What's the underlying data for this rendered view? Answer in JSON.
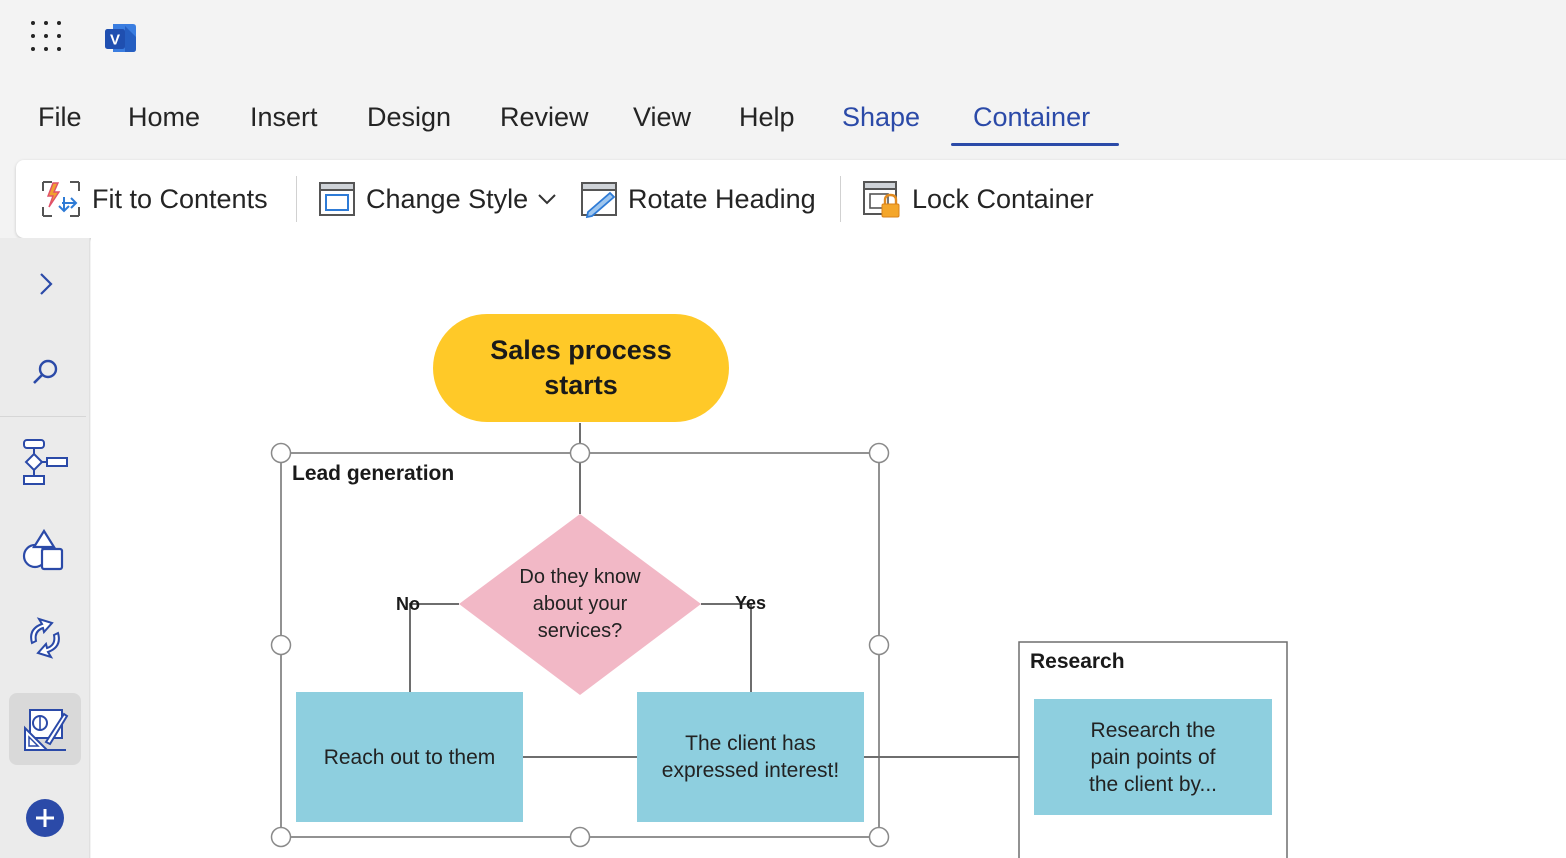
{
  "app": {
    "name": "Visio",
    "logo_letter": "V"
  },
  "tabs": [
    {
      "label": "File",
      "active": false
    },
    {
      "label": "Home",
      "active": false
    },
    {
      "label": "Insert",
      "active": false
    },
    {
      "label": "Design",
      "active": false
    },
    {
      "label": "Review",
      "active": false
    },
    {
      "label": "View",
      "active": false
    },
    {
      "label": "Help",
      "active": false
    },
    {
      "label": "Shape",
      "active": false,
      "contextual": true
    },
    {
      "label": "Container",
      "active": true,
      "contextual": true
    }
  ],
  "ribbon": {
    "fit_to_contents": "Fit to Contents",
    "change_style": "Change Style",
    "rotate_heading": "Rotate Heading",
    "lock_container": "Lock Container"
  },
  "left_rail": {
    "items": [
      "expand-panel",
      "search",
      "flowchart-stencil",
      "basic-shapes",
      "refresh-shapes",
      "drawing-tools-active",
      "add-more-shapes"
    ]
  },
  "diagram": {
    "start": {
      "text_line1": "Sales process",
      "text_line2": "starts",
      "fill": "#ffc928"
    },
    "container_lead": {
      "heading": "Lead generation"
    },
    "decision": {
      "line1": "Do they know",
      "line2": "about your",
      "line3": "services?",
      "fill": "#f2b8c6"
    },
    "branch_no": "No",
    "branch_yes": "Yes",
    "process_reach": {
      "text": "Reach out to them",
      "fill": "#8ecfdf"
    },
    "process_interest": {
      "line1": "The client has",
      "line2": "expressed interest!",
      "fill": "#8ecfdf"
    },
    "container_research": {
      "heading": "Research"
    },
    "process_research": {
      "line1": "Research the",
      "line2": "pain points of",
      "line3": "the client by..."
    }
  },
  "colors": {
    "accent": "#2b4aa8",
    "visio_blue": "#1f5fc4",
    "terminal_yellow": "#ffc928",
    "decision_pink": "#f2b8c6",
    "process_blue": "#8ecfdf"
  }
}
